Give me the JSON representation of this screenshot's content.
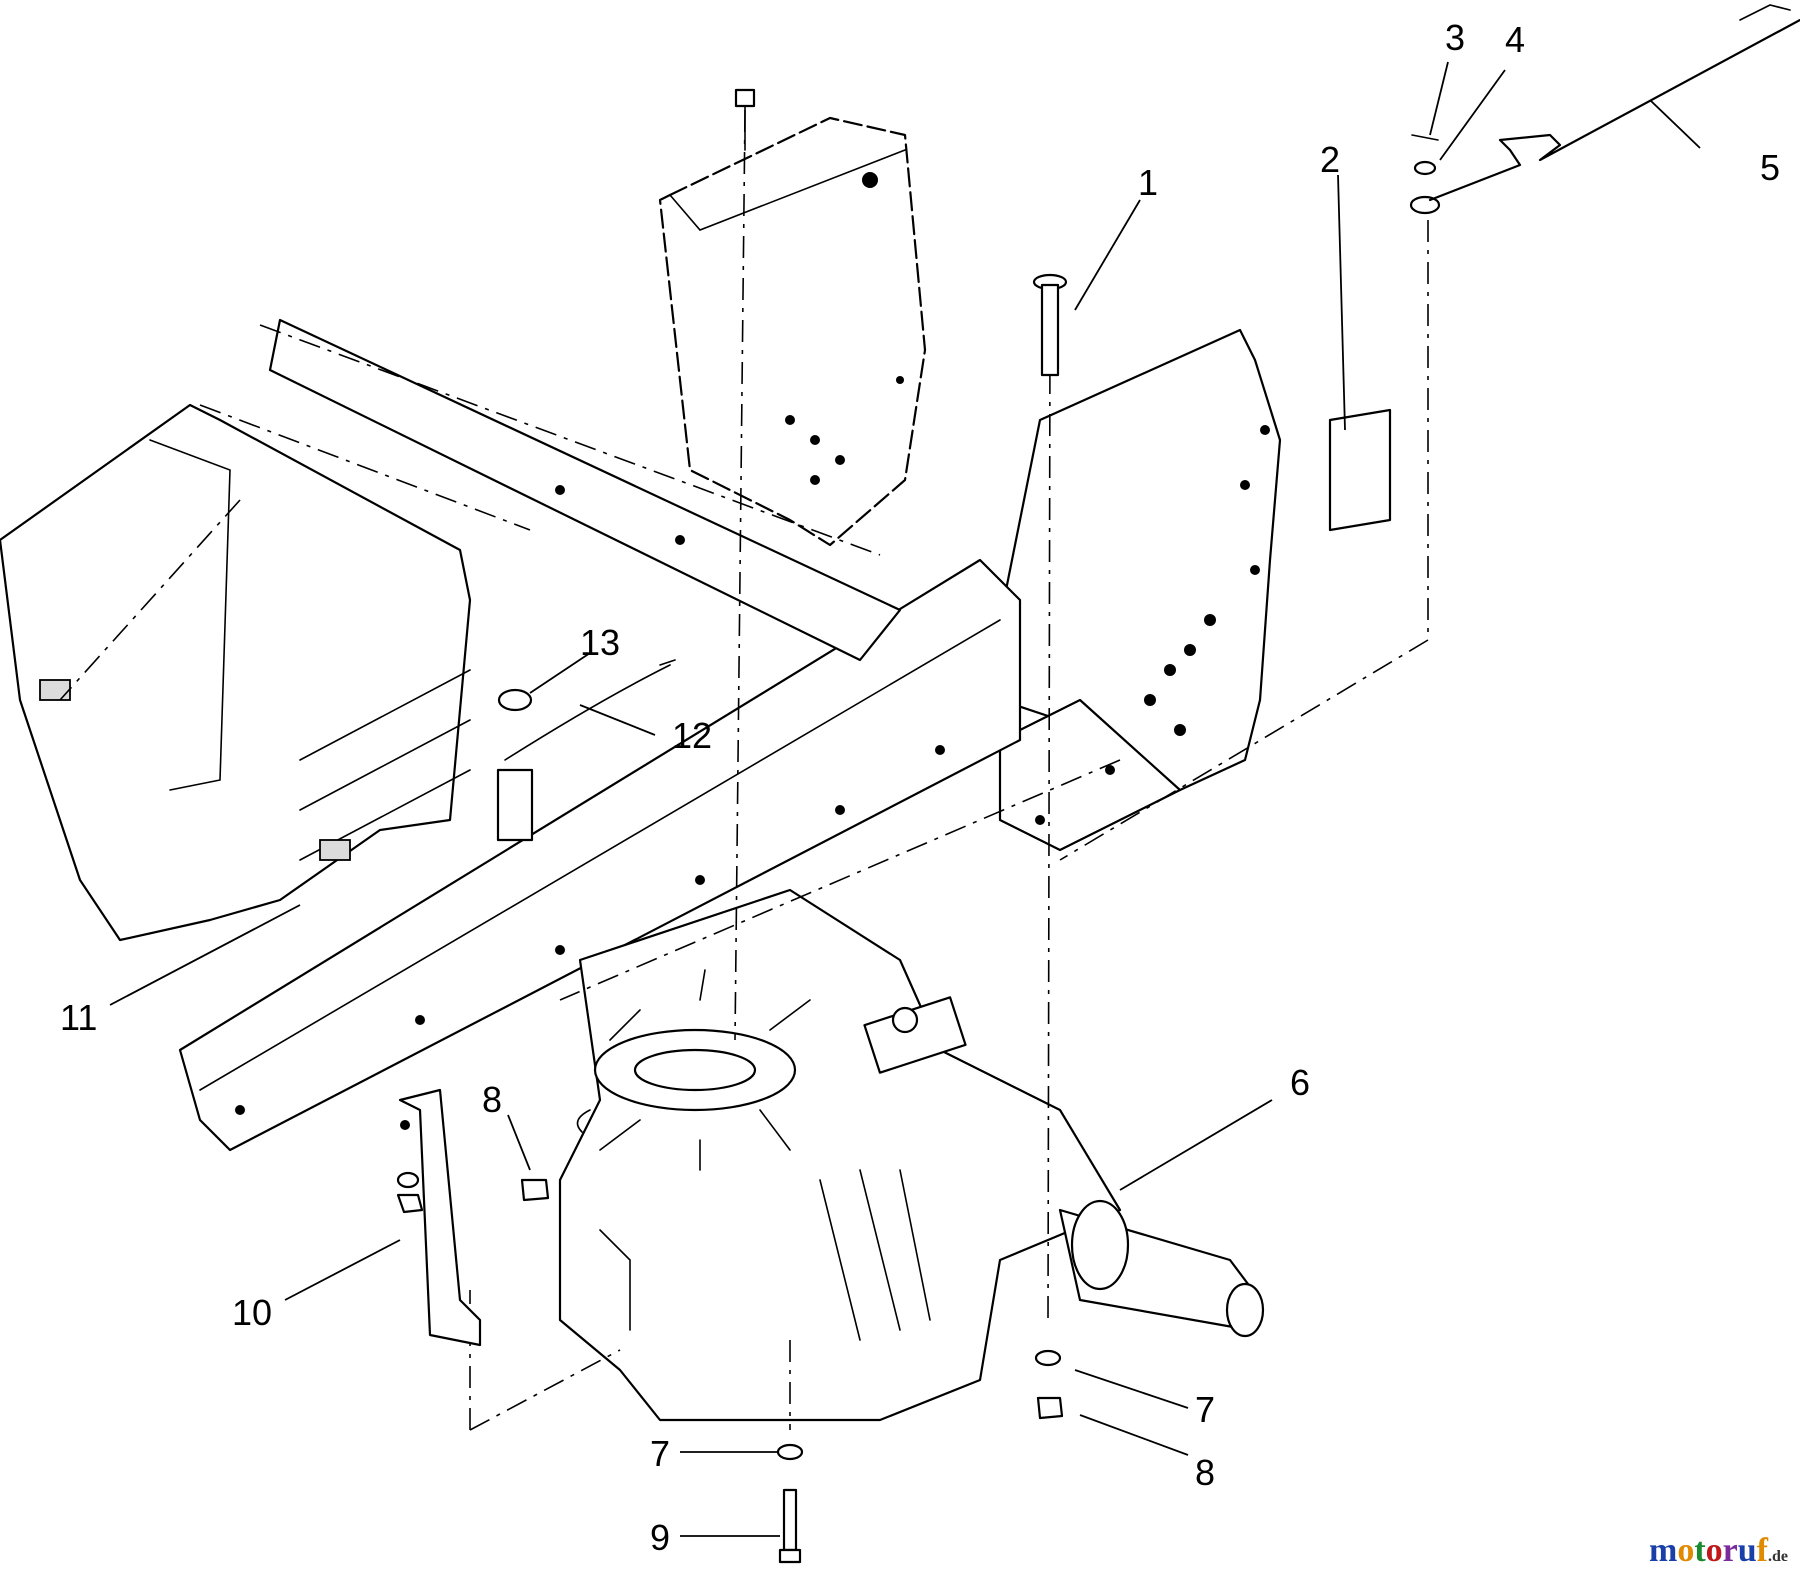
{
  "diagram": {
    "callouts": [
      "1",
      "2",
      "3",
      "4",
      "5",
      "6",
      "7",
      "8",
      "9",
      "10",
      "11",
      "12",
      "13",
      "7",
      "8"
    ]
  },
  "watermark": {
    "letters": [
      "m",
      "o",
      "t",
      "o",
      "r",
      "u",
      "f"
    ],
    "suffix": ".de",
    "colors": [
      "#1a3fa8",
      "#e08a00",
      "#1a8a2e",
      "#c01818",
      "#7a2a9a",
      "#1a3fa8",
      "#e08a00"
    ]
  }
}
